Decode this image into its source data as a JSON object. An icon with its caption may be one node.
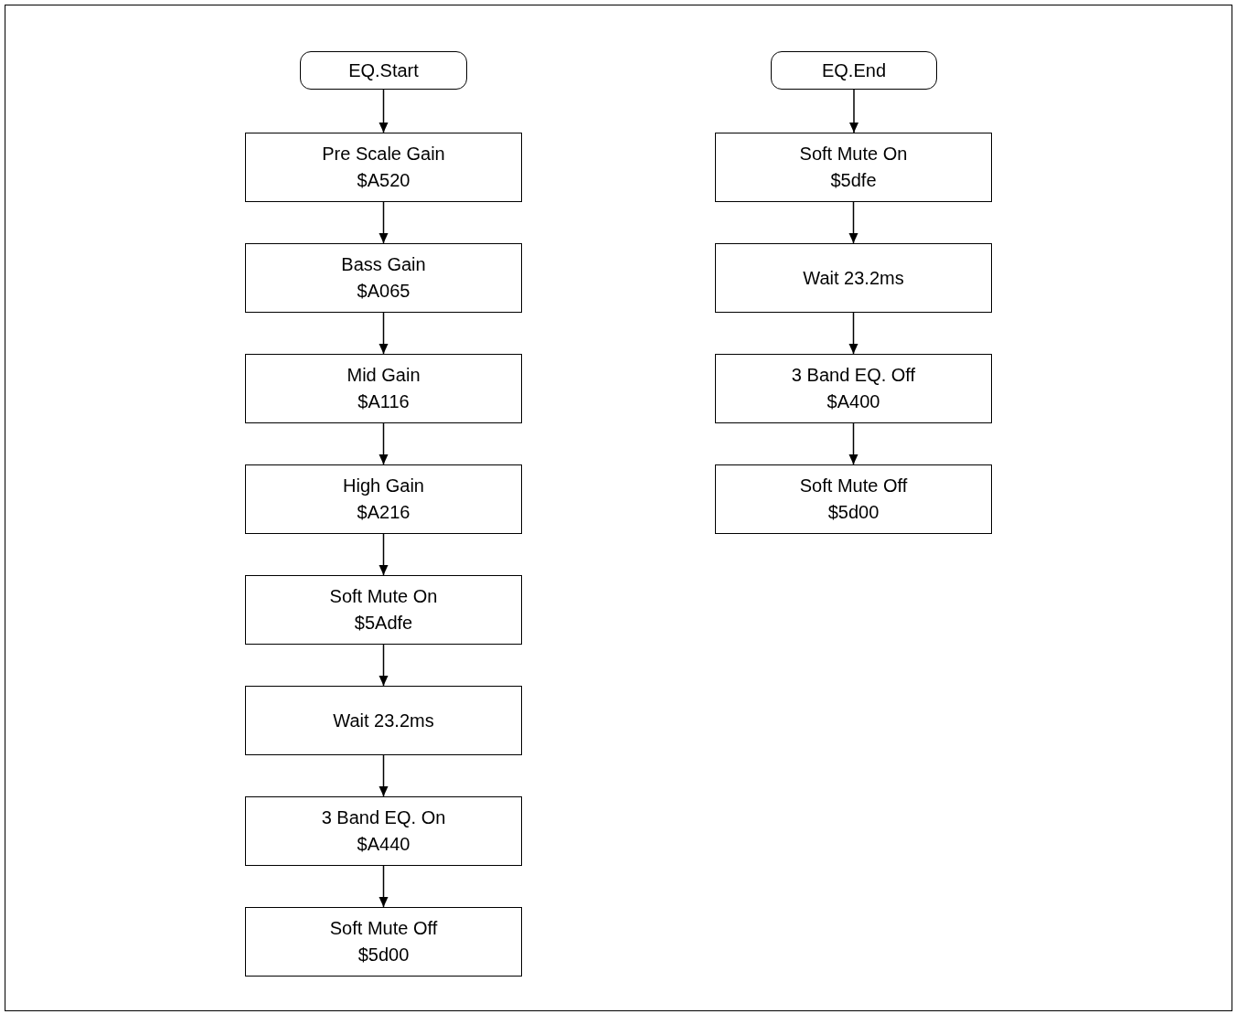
{
  "diagram": {
    "nodes": [
      {
        "text": [
          "EQ.Start"
        ]
      },
      {
        "text": [
          "Pre Scale Gain",
          "$A520"
        ]
      },
      {
        "text": [
          "Bass Gain",
          "$A065"
        ]
      },
      {
        "text": [
          "Mid Gain",
          "$A116"
        ]
      },
      {
        "text": [
          "High Gain",
          "$A216"
        ]
      },
      {
        "text": [
          "Soft Mute On",
          "$5Adfe"
        ]
      },
      {
        "text": [
          "Wait 23.2ms"
        ]
      },
      {
        "text": [
          "3 Band EQ. On",
          "$A440"
        ]
      },
      {
        "text": [
          "Soft Mute Off",
          "$5d00"
        ]
      },
      {
        "text": [
          "EQ.End"
        ]
      },
      {
        "text": [
          "Soft Mute On",
          "$5dfe"
        ]
      },
      {
        "text": [
          "Wait 23.2ms"
        ]
      },
      {
        "text": [
          "3 Band EQ. Off",
          "$A400"
        ]
      },
      {
        "text": [
          "Soft Mute Off",
          "$5d00"
        ]
      }
    ],
    "edges": [
      {
        "from": 0,
        "to": 1,
        "arrow": "to"
      },
      {
        "from": 1,
        "to": 2,
        "arrow": "to"
      },
      {
        "from": 2,
        "to": 3,
        "arrow": "to"
      },
      {
        "from": 3,
        "to": 4,
        "arrow": "to"
      },
      {
        "from": 4,
        "to": 5,
        "arrow": "to"
      },
      {
        "from": 5,
        "to": 6,
        "arrow": "to"
      },
      {
        "from": 6,
        "to": 7,
        "arrow": "to"
      },
      {
        "from": 7,
        "to": 8,
        "arrow": "to"
      },
      {
        "from": 9,
        "to": 10,
        "arrow": "to"
      },
      {
        "from": 10,
        "to": 11,
        "arrow": "to"
      },
      {
        "from": 11,
        "to": 12,
        "arrow": "to"
      },
      {
        "from": 12,
        "to": 13,
        "arrow": "to"
      }
    ]
  }
}
